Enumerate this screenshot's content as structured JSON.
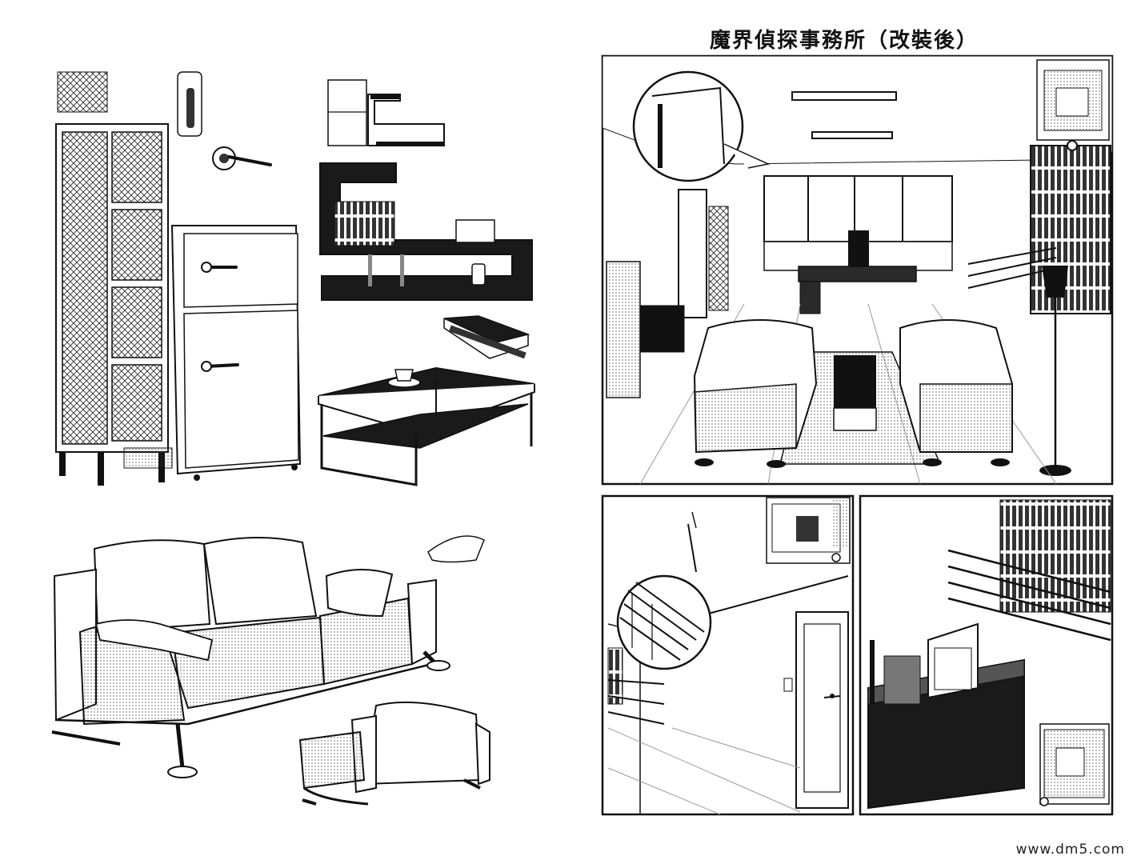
{
  "page": {
    "title": "魔界偵探事務所（改裝後）",
    "watermark": "www.dm5.com"
  },
  "icons": {
    "locker": "locker-illustration",
    "door_handle": "door-handle-illustration",
    "fridge": "refrigerator-illustration",
    "shelf_small": "small-shelf-illustration",
    "shelf_large": "bookshelf-illustration",
    "table_small": "small-table-illustration",
    "coffee_table": "coffee-table-illustration",
    "sofa": "sofa-illustration",
    "armchair": "armchair-illustration",
    "office_panel": "office-interior-panel",
    "stairs_panel": "stairs-corridor-panel",
    "desk_panel": "desk-corner-panel"
  },
  "colors": {
    "ink": "#111111",
    "screen": "#9a9a9a",
    "dark_tone": "#2a2a2a",
    "paper": "#ffffff"
  }
}
